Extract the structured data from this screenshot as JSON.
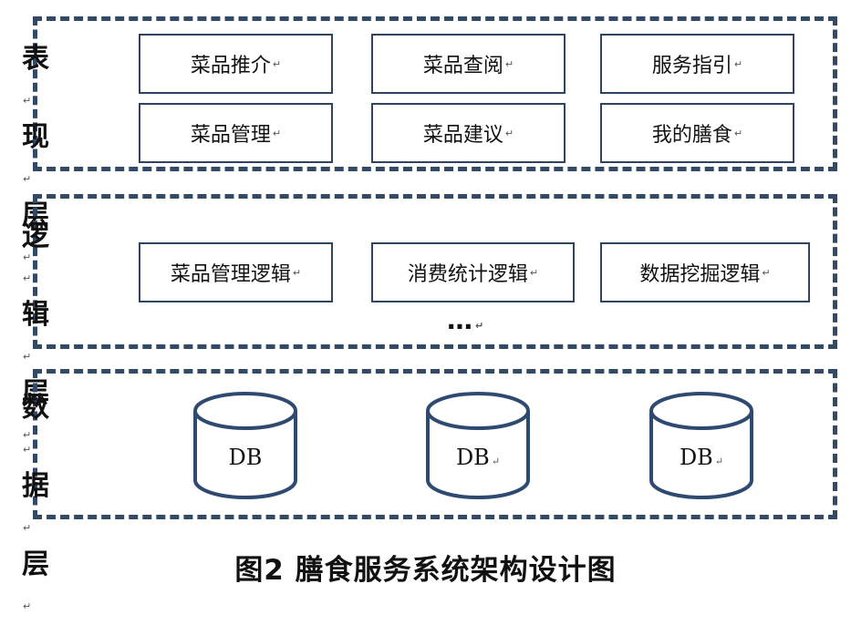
{
  "layers": [
    {
      "label_chars": [
        "表",
        "现",
        "层"
      ]
    },
    {
      "label_chars": [
        "逻",
        "辑",
        "层"
      ]
    },
    {
      "label_chars": [
        "数",
        "据",
        "层"
      ]
    }
  ],
  "presentation": {
    "boxes": [
      "菜品推介",
      "菜品查阅",
      "服务指引",
      "菜品管理",
      "菜品建议",
      "我的膳食"
    ]
  },
  "logic": {
    "boxes": [
      "菜品管理逻辑",
      "消费统计逻辑",
      "数据挖掘逻辑"
    ],
    "ellipsis": "…"
  },
  "data": {
    "dbs": [
      "DB",
      "DB",
      "DB"
    ]
  },
  "caption": "图2   膳食服务系统架构设计图",
  "colors": {
    "border": "#334a66",
    "db_stroke": "#2f4a70"
  }
}
